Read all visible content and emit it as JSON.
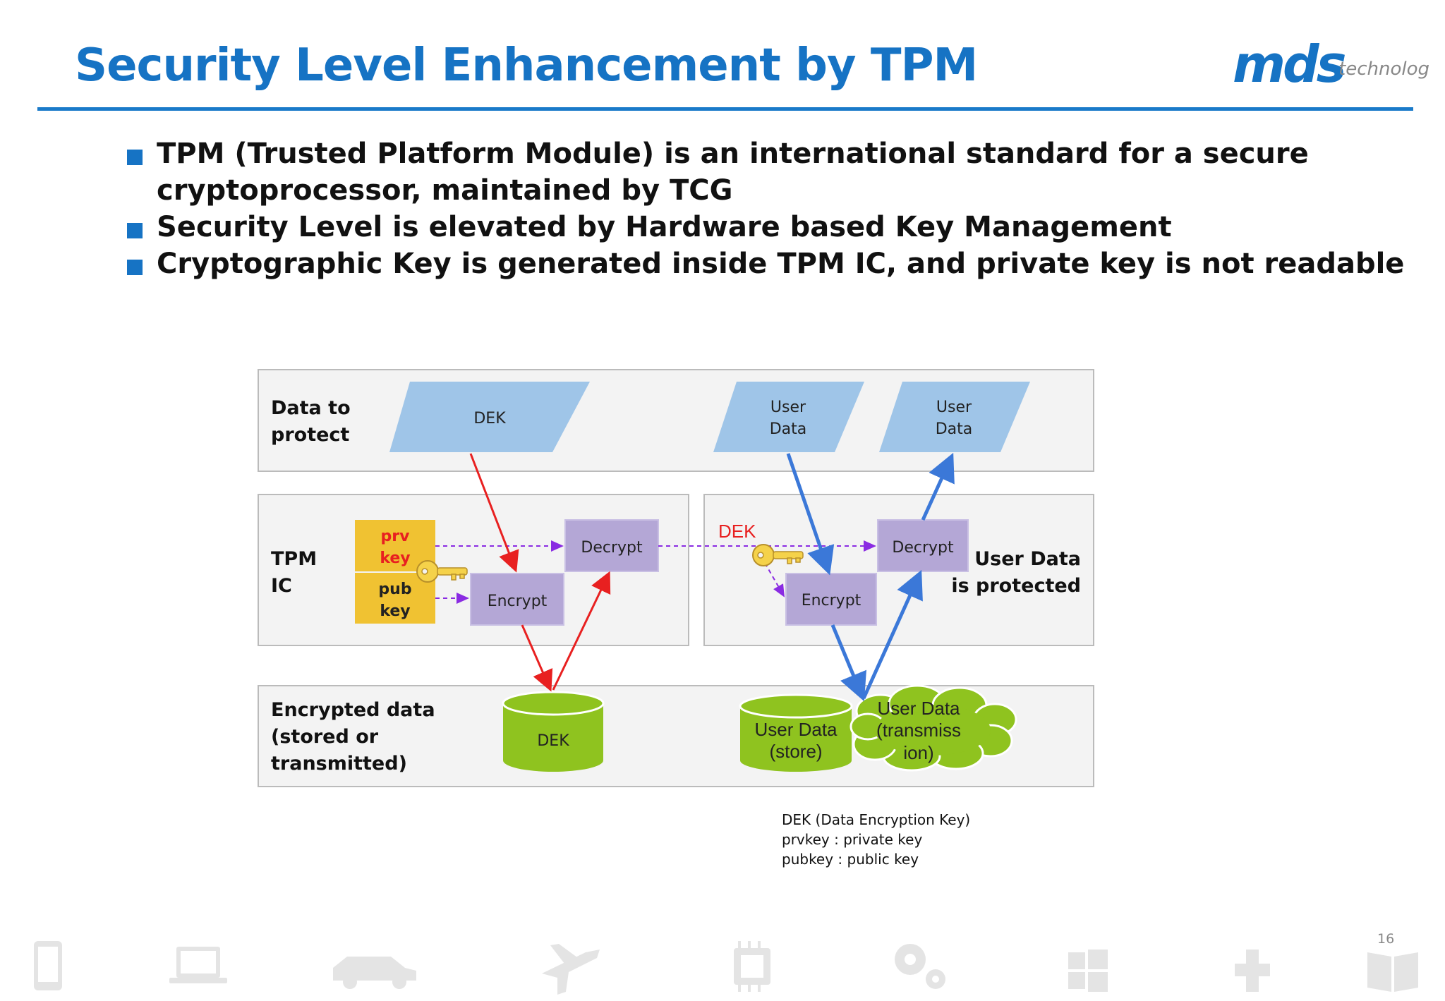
{
  "slide": {
    "title": "Security Level Enhancement by TPM",
    "page_number": "16"
  },
  "logo": {
    "brand": "mds",
    "suffix": "technology",
    "color": "#1673c4"
  },
  "bullets": [
    {
      "line1": "TPM (Trusted Platform Module) is an international standard for a secure",
      "line2": "cryptoprocessor, maintained by TCG"
    },
    {
      "line1": "Security Level is elevated by Hardware based Key Management"
    },
    {
      "line1": "Cryptographic Key is generated inside TPM IC, and private key is not readable"
    }
  ],
  "diagram": {
    "row_labels": {
      "data_to_protect": [
        "Data to",
        "protect"
      ],
      "tpm_ic": [
        "TPM",
        "IC"
      ],
      "user_data_protected": [
        "User Data",
        "is protected"
      ],
      "encrypted_data": [
        "Encrypted data",
        "(stored or",
        "transmitted)"
      ]
    },
    "parallelograms": {
      "dek": "DEK",
      "user_data_1": [
        "User",
        "Data"
      ],
      "user_data_2": [
        "User",
        "Data"
      ]
    },
    "keys": {
      "prv": [
        "prv",
        "key"
      ],
      "pub": [
        "pub",
        "key"
      ]
    },
    "boxes": {
      "decrypt_left": "Decrypt",
      "encrypt_left": "Encrypt",
      "decrypt_right": "Decrypt",
      "encrypt_right": "Encrypt"
    },
    "dek_red_label": "DEK",
    "storage": {
      "dek_cylinder": "DEK",
      "user_store": [
        "User Data",
        "(store)"
      ],
      "user_transmission": [
        "User Data",
        "(transmiss",
        "ion)"
      ]
    },
    "colors": {
      "parallelogram": "#9fc5e8",
      "key_box": "#f0c232",
      "process_box": "#b4a7d6",
      "storage": "#8fc31f",
      "red_arrow": "#e82020",
      "blue_arrow": "#3b78d8",
      "dashed": "#8a2be2"
    }
  },
  "legend": [
    "DEK (Data Encryption Key)",
    "prvkey : private key",
    "pubkey : public key"
  ],
  "footer_icons": [
    "phone-icon",
    "laptop-icon",
    "car-icon",
    "airplane-icon",
    "chip-icon",
    "gears-icon",
    "windows-icon",
    "medical-cross-icon",
    "book-icon"
  ]
}
